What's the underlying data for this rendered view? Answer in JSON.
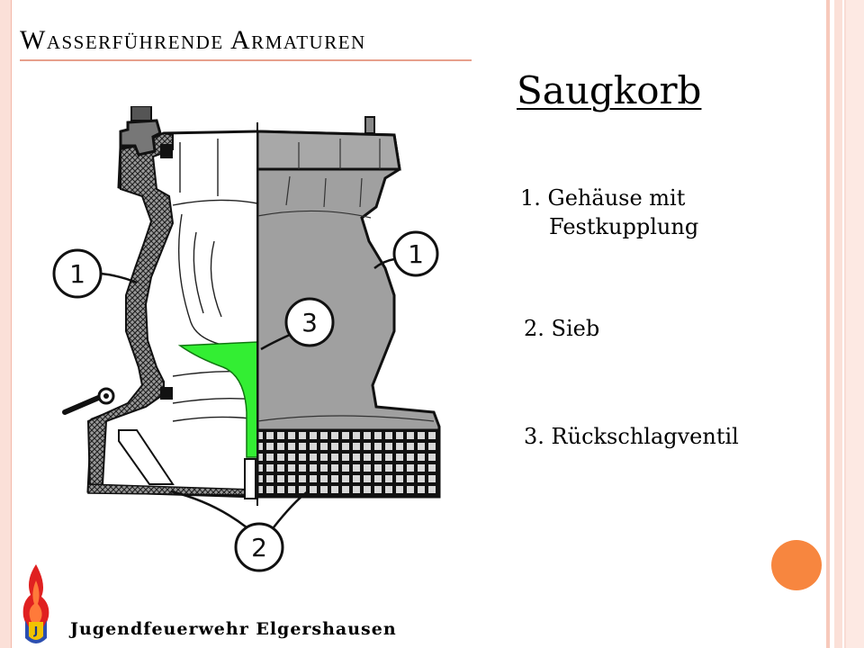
{
  "slide": {
    "title": "Wasserführende Armaturen",
    "subtitle": "Saugkorb",
    "items": [
      {
        "number": "1.",
        "line1": "Gehäuse mit",
        "line2": "Festkupplung"
      },
      {
        "number": "2.",
        "text": "Sieb"
      },
      {
        "number": "3.",
        "text": "Rückschlagventil"
      }
    ],
    "callouts": [
      "1",
      "1",
      "3",
      "2"
    ],
    "footer": "Jugendfeuerwehr Elgershausen",
    "colors": {
      "accent_orange": "#f7863f",
      "frame_pink": "#fbe0d8",
      "title_rule": "#e7a08c",
      "sieve_green": "#33ee33",
      "section_gray": "#a0a0a0"
    },
    "icons": [
      "jugendfeuerwehr-logo-icon",
      "orange-circle-icon"
    ]
  }
}
